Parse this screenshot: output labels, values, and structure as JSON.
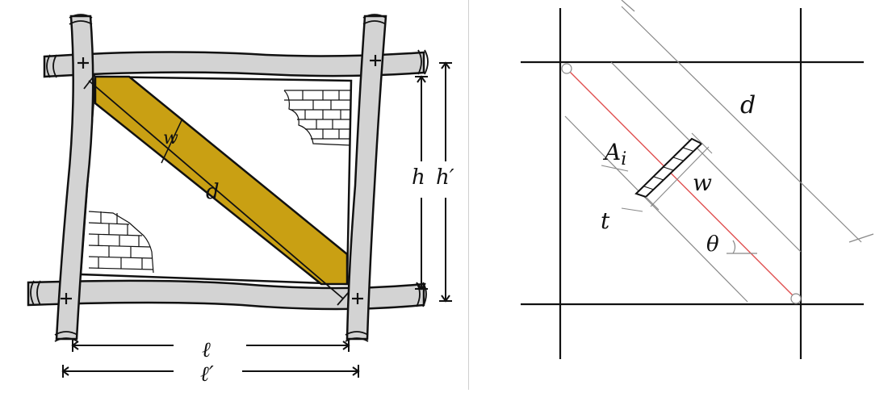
{
  "left_figure": {
    "labels": {
      "w": "w",
      "d": "d",
      "h": "h",
      "h_prime": "h′",
      "l": "ℓ",
      "l_prime": "ℓ′"
    },
    "colors": {
      "frame_fill": "#d3d3d3",
      "strut_fill": "#c9a013",
      "line": "#111111"
    }
  },
  "right_figure": {
    "labels": {
      "d": "d",
      "A": "A",
      "i": "i",
      "w": "w",
      "t": "t",
      "theta": "θ"
    },
    "colors": {
      "diagonal": "#e05050",
      "grid": "#111111",
      "guide": "#888888"
    }
  }
}
